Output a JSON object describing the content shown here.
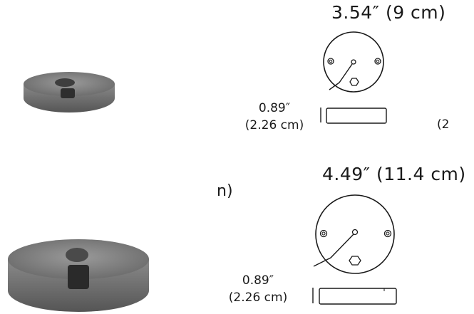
{
  "top_drawing": {
    "diameter_label": "3.54″ (9 cm)",
    "height_label_in": "0.89″",
    "height_label_cm": "(2.26 cm)",
    "cut_fragment": "(2"
  },
  "bottom_drawing": {
    "diameter_label": "4.49″ (11.4 cm)",
    "height_label_in": "0.89″",
    "height_label_cm": "(2.26 cm)",
    "cut_fragment": "n)"
  },
  "colors": {
    "stroke": "#1a1a1a",
    "disc_base": "#6e6e6e"
  }
}
